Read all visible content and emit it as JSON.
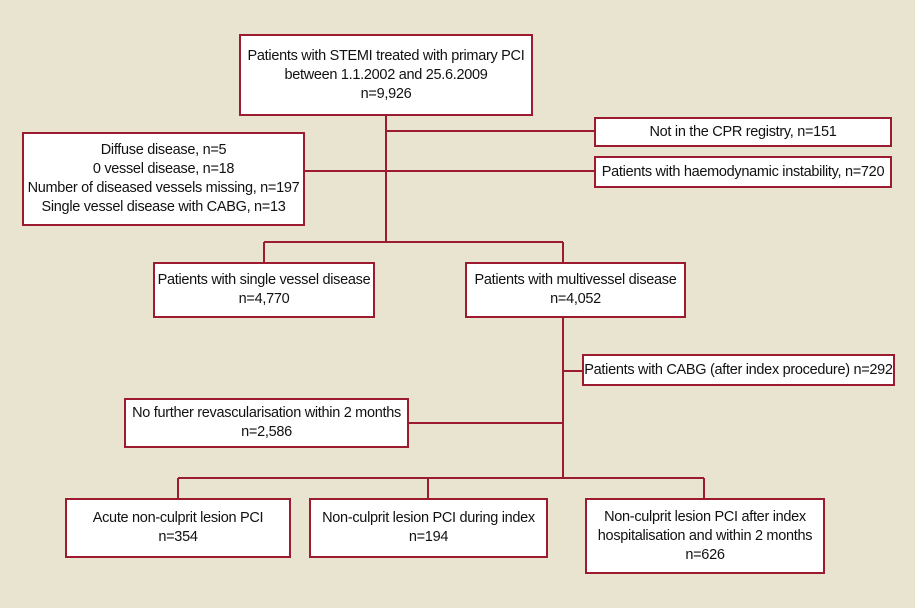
{
  "colors": {
    "background": "#e8e4cf",
    "box_border": "#9b1b30",
    "connector": "#9b1b30",
    "box_fill": "#ffffff"
  },
  "boxes": {
    "root": [
      "Patients with STEMI treated with primary PCI",
      "between 1.1.2002 and 25.6.2009",
      "n=9,926"
    ],
    "excluded_left": [
      "Diffuse disease, n=5",
      "0 vessel disease, n=18",
      "Number of diseased vessels missing, n=197",
      "Single vessel disease with CABG, n=13"
    ],
    "not_in_cpr": [
      "Not in the CPR registry, n=151"
    ],
    "haemodynamic": [
      "Patients with haemodynamic instability, n=720"
    ],
    "single_vessel": [
      "Patients with single vessel disease",
      "n=4,770"
    ],
    "multivessel": [
      "Patients with multivessel disease",
      "n=4,052"
    ],
    "cabg_after": [
      "Patients with CABG (after index procedure) n=292"
    ],
    "no_further": [
      "No further revascularisation within 2 months",
      "n=2,586"
    ],
    "acute": [
      "Acute non-culprit lesion PCI",
      "n=354"
    ],
    "during_index": [
      "Non-culprit lesion PCI during index",
      "n=194"
    ],
    "after_index": [
      "Non-culprit lesion PCI after index",
      "hospitalisation and within 2 months",
      "n=626"
    ]
  }
}
